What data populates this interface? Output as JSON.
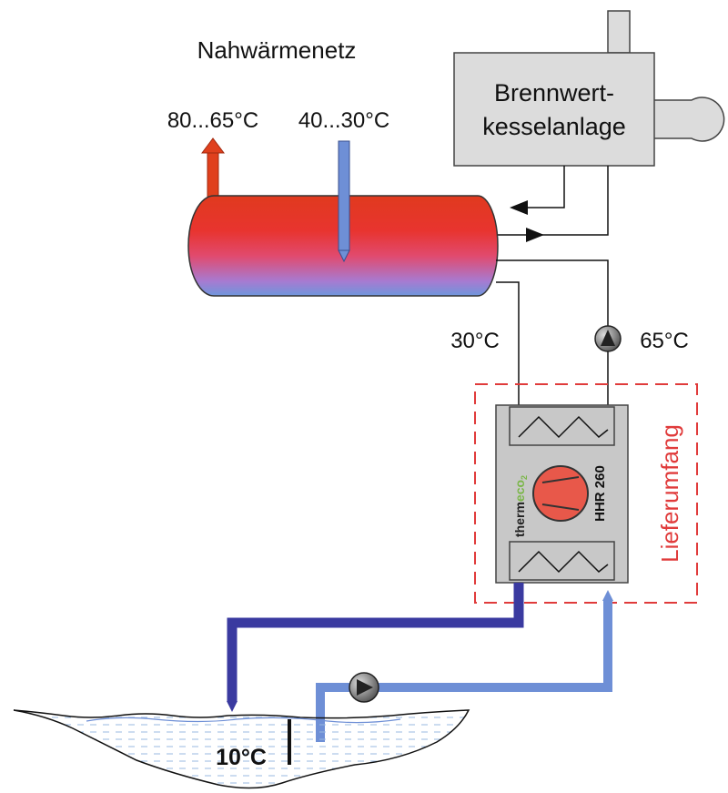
{
  "labels": {
    "network": "Nahwärmenetz",
    "supply_temp": "80...65°C",
    "return_temp": "40...30°C",
    "boiler_line1": "Brennwert-",
    "boiler_line2": "kesselanlage",
    "temp_30": "30°C",
    "temp_65": "65°C",
    "scope": "Lieferumfang",
    "brand_a": "therm",
    "brand_b": "eco",
    "brand_sub": "2",
    "model": "HHR 260",
    "water_temp": "10°C"
  },
  "colors": {
    "hot": "#e0401d",
    "cold": "#6e8fd6",
    "dark_blue": "#3a3aa0",
    "scope_dashed": "#e03b3b",
    "device_grey": "#c8c8c8",
    "boiler_grey": "#dcdcdc",
    "compressor": "#e8584a",
    "brand_green": "#7ab648"
  }
}
